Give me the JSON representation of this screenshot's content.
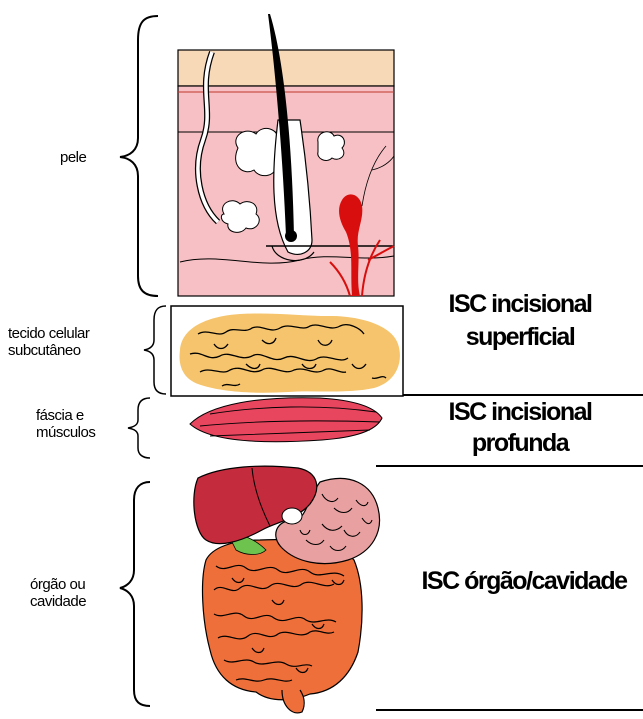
{
  "layers": {
    "pele": "pele",
    "subcutaneo_line1": "tecido celular",
    "subcutaneo_line2": "subcutâneo",
    "fascia_line1": "fáscia e",
    "fascia_line2": "músculos",
    "orgao_line1": "órgão ou",
    "orgao_line2": "cavidade"
  },
  "classification": {
    "superficial_line1": "ISC incisional",
    "superficial_line2": "superficial",
    "profunda_line1": "ISC incisional",
    "profunda_line2": "profunda",
    "orgao": "ISC órgão/cavidade"
  },
  "colors": {
    "skin_top": "#f7d9b8",
    "dermis": "#f6c0c4",
    "fat": "#f5c46c",
    "muscle": "#e8455f",
    "liver": "#c42b3c",
    "stomach": "#e8a0a0",
    "intestine": "#ef6f3a",
    "blood": "#d80e0e"
  }
}
